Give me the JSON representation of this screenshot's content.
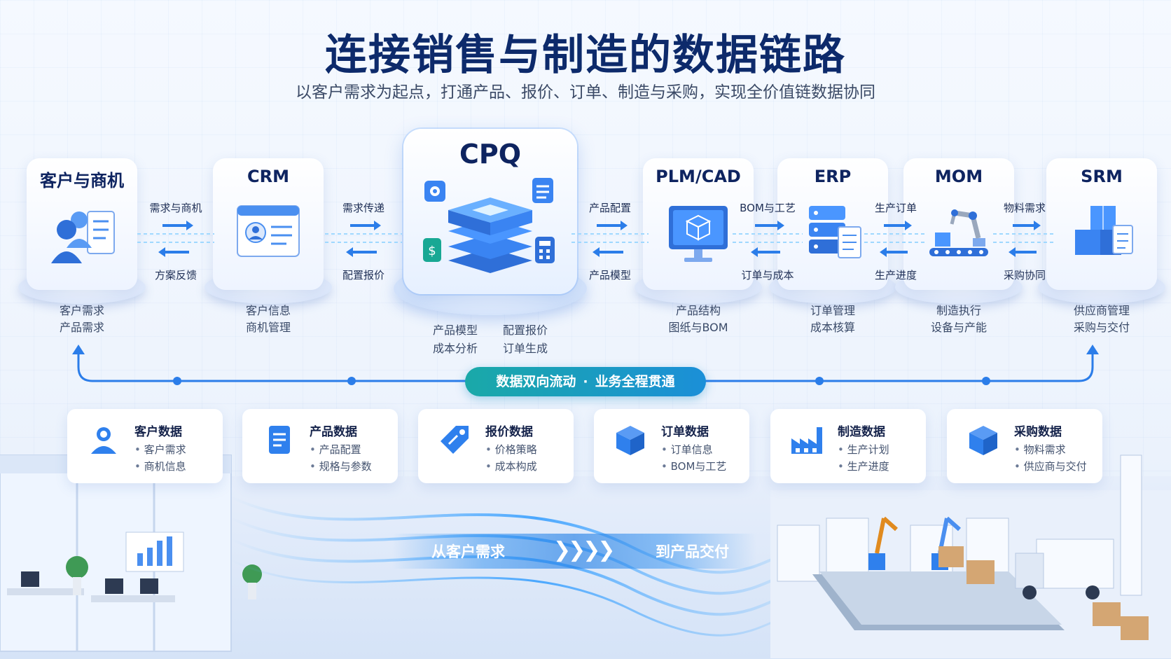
{
  "title": "连接销售与制造的数据链路",
  "subtitle": "以客户需求为起点，打通产品、报价、订单、制造与采购，实现全价值链数据协同",
  "nodes": [
    {
      "label": "客户与商机",
      "desc": [
        "客户需求",
        "产品需求"
      ]
    },
    {
      "label": "CRM",
      "desc": [
        "客户信息",
        "商机管理"
      ]
    },
    {
      "label": "CPQ",
      "desc": [
        "产品模型",
        "配置报价",
        "成本分析",
        "订单生成"
      ]
    },
    {
      "label": "PLM/CAD",
      "desc": [
        "产品结构",
        "图纸与BOM"
      ]
    },
    {
      "label": "ERP",
      "desc": [
        "订单管理",
        "成本核算"
      ]
    },
    {
      "label": "MOM",
      "desc": [
        "制造执行",
        "设备与产能"
      ]
    },
    {
      "label": "SRM",
      "desc": [
        "供应商管理",
        "采购与交付"
      ]
    }
  ],
  "connectors": [
    {
      "top": "需求与商机",
      "bottom": "方案反馈"
    },
    {
      "top": "需求传递",
      "bottom": "配置报价"
    },
    {
      "top": "产品配置",
      "bottom": "产品模型"
    },
    {
      "top": "BOM与工艺",
      "bottom": "订单与成本"
    },
    {
      "top": "生产订单",
      "bottom": "生产进度"
    },
    {
      "top": "物料需求",
      "bottom": "采购协同"
    }
  ],
  "flow": {
    "left": "数据双向流动",
    "sep": "·",
    "right": "业务全程贯通"
  },
  "data_cards": [
    {
      "title": "客户数据",
      "items": [
        "客户需求",
        "商机信息"
      ]
    },
    {
      "title": "产品数据",
      "items": [
        "产品配置",
        "规格与参数"
      ]
    },
    {
      "title": "报价数据",
      "items": [
        "价格策略",
        "成本构成"
      ]
    },
    {
      "title": "订单数据",
      "items": [
        "订单信息",
        "BOM与工艺"
      ]
    },
    {
      "title": "制造数据",
      "items": [
        "生产计划",
        "生产进度"
      ]
    },
    {
      "title": "采购数据",
      "items": [
        "物料需求",
        "供应商与交付"
      ]
    }
  ],
  "banner": {
    "left": "从客户需求",
    "right": "到产品交付"
  },
  "colors": {
    "title": "#0d2a6b",
    "accent": "#2b7de9",
    "teal": "#1aa9a8",
    "icon": "#2f80ed"
  }
}
